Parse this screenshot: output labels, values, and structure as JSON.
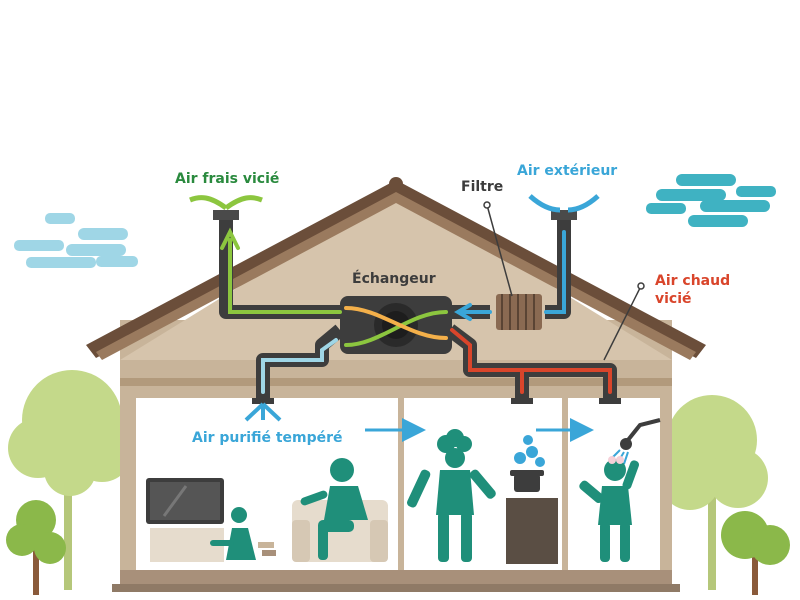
{
  "labels": {
    "air_frais_vicie": "Air frais vicié",
    "air_exterieur": "Air extérieur",
    "filtre": "Filtre",
    "echangeur": "Échangeur",
    "air_chaud_vicie_line1": "Air chaud",
    "air_chaud_vicie_line2": "vicié",
    "air_purifie_tempere": "Air purifié tempéré"
  },
  "colors": {
    "fresh_stale": "#2a8a3e",
    "outside_air": "#3aa6d8",
    "hot_stale": "#d9452b",
    "neutral_text": "#3c3c3c",
    "wall": "#c8b49a",
    "roof": "#6b4e3a",
    "duct": "#3d3d3d",
    "people": "#1f8f7a",
    "clouds": "#9fd6e6",
    "tree": "#c4d98a"
  },
  "icons": [
    "cloud-icon",
    "tree-icon",
    "tv-icon",
    "armchair-icon",
    "stove-pot-icon",
    "shower-icon",
    "person-icon"
  ]
}
